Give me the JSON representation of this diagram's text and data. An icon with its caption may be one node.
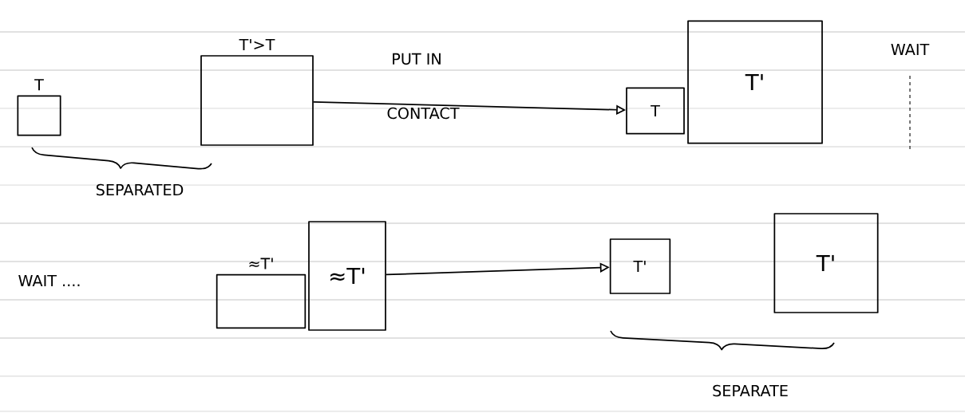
{
  "diagram": {
    "nodes": [
      {
        "text": [
          "T"
        ]
      },
      {
        "text": [
          "T'>T"
        ]
      },
      {
        "text": [
          "T"
        ]
      },
      {
        "text": [
          "T'"
        ]
      },
      {
        "text": [
          "≈T'"
        ]
      },
      {
        "text": [
          "≈T'"
        ]
      },
      {
        "text": [
          "T'"
        ]
      },
      {
        "text": [
          "T'"
        ]
      }
    ],
    "edges": [
      {
        "from": 1,
        "to": 2,
        "arrow": "to",
        "label": "PUT IN"
      },
      {
        "from": 5,
        "to": 6,
        "arrow": "to"
      }
    ],
    "labels": [
      "WAIT",
      "CONTACT",
      "SEPARATED",
      "WAIT ....",
      "SEPARATE"
    ]
  }
}
